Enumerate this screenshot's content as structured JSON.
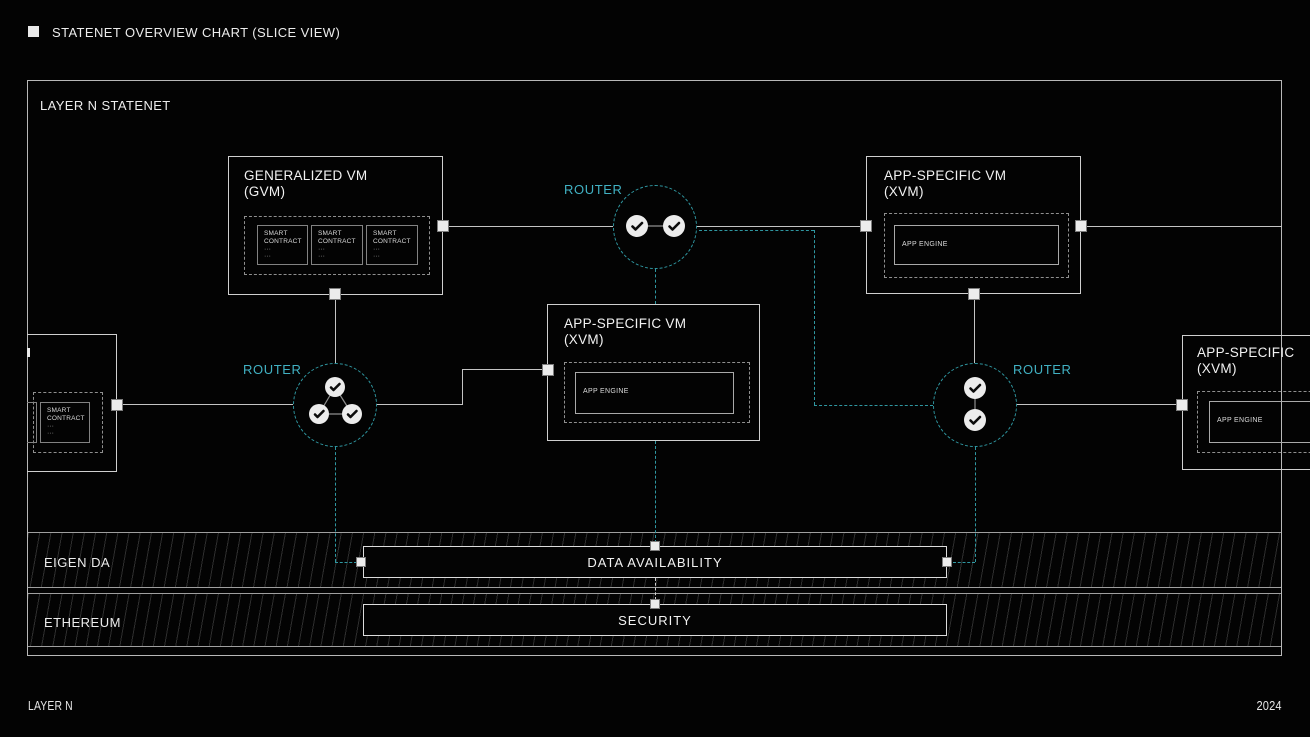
{
  "header": {
    "title": "STATENET OVERVIEW CHART (SLICE VIEW)"
  },
  "frame": {
    "title": "LAYER N STATENET"
  },
  "gvm": {
    "title": "GENERALIZED VM",
    "subtitle": "(GVM)",
    "contracts": [
      {
        "line1": "SMART",
        "line2": "CONTRACT",
        "dots1": "···",
        "dots2": "···"
      },
      {
        "line1": "SMART",
        "line2": "CONTRACT",
        "dots1": "···",
        "dots2": "···"
      },
      {
        "line1": "SMART",
        "line2": "CONTRACT",
        "dots1": "···",
        "dots2": "···"
      }
    ]
  },
  "xvm_top": {
    "title": "APP-SPECIFIC VM",
    "subtitle": "(XVM)",
    "engine": "APP ENGINE"
  },
  "xvm_mid": {
    "title": "APP-SPECIFIC VM",
    "subtitle": "(XVM)",
    "engine": "APP ENGINE"
  },
  "xvm_right": {
    "title": "APP-SPECIFIC",
    "subtitle": "(XVM)",
    "engine": "APP ENGINE"
  },
  "left_partial": {
    "contract": {
      "line1": "SMART",
      "line2": "CONTRACT",
      "dots1": "···",
      "dots2": "···"
    }
  },
  "routers": {
    "top": "ROUTER",
    "left": "ROUTER",
    "right": "ROUTER"
  },
  "bands": {
    "eigen_label": "EIGEN DA",
    "da_label": "DATA AVAILABILITY",
    "ethereum_label": "ETHEREUM",
    "security_label": "SECURITY"
  },
  "footer": {
    "brand": "LAYER N",
    "year": "2024"
  },
  "colors": {
    "background": "#030303",
    "teal_label": "#41b1c3",
    "teal_dash": "#2f97a1",
    "line_grey": "#c4c4c4",
    "border_grey": "#b8b8b8",
    "text": "#f2f2f2"
  }
}
